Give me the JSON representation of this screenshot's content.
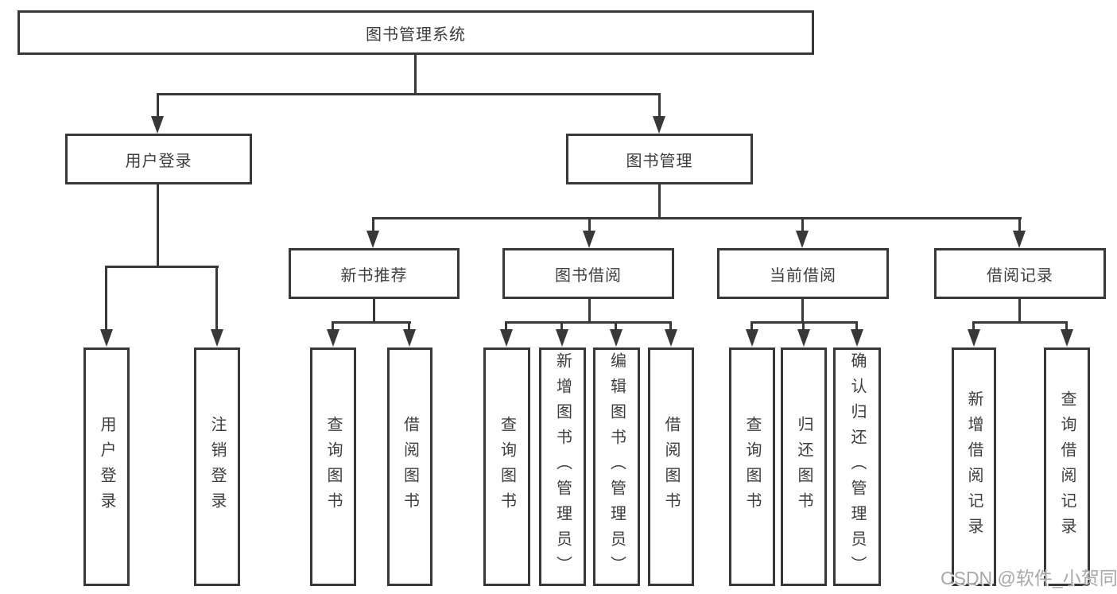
{
  "tree": {
    "root": {
      "label": "图书管理系统"
    },
    "branches": [
      {
        "label": "用户登录",
        "children": [
          {
            "label": "用户登录"
          },
          {
            "label": "注销登录"
          }
        ]
      },
      {
        "label": "图书管理",
        "children": [
          {
            "label": "新书推荐",
            "children": [
              {
                "label": "查询图书"
              },
              {
                "label": "借阅图书"
              }
            ]
          },
          {
            "label": "图书借阅",
            "children": [
              {
                "label": "查询图书"
              },
              {
                "label": "新增图书（管理员）"
              },
              {
                "label": "编辑图书（管理员）"
              },
              {
                "label": "借阅图书"
              }
            ]
          },
          {
            "label": "当前借阅",
            "children": [
              {
                "label": "查询图书"
              },
              {
                "label": "归还图书"
              },
              {
                "label": "确认归还（管理员）"
              }
            ]
          },
          {
            "label": "借阅记录",
            "children": [
              {
                "label": "新增借阅记录"
              },
              {
                "label": "查询借阅记录"
              }
            ]
          }
        ]
      }
    ]
  },
  "watermark": {
    "text": "CSDN @软件_小贺同学"
  },
  "colors": {
    "line": "#383838",
    "text": "#3d3d3d",
    "bg": "#ffffff",
    "wm": "#a8a8a8"
  }
}
